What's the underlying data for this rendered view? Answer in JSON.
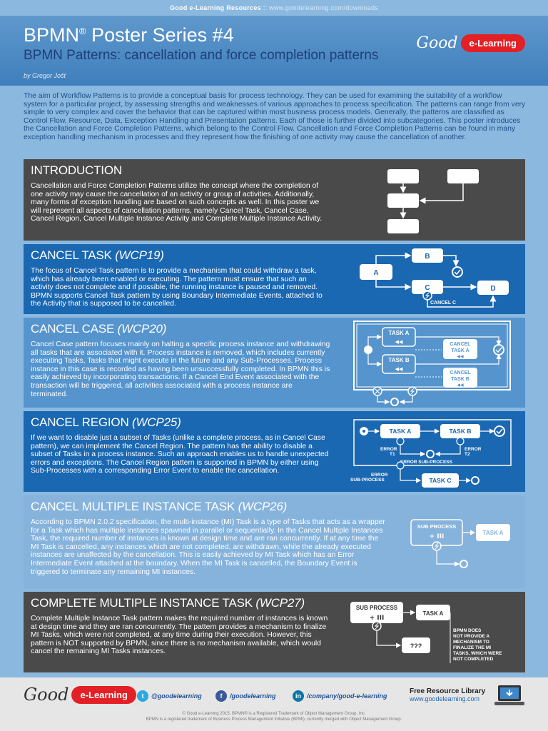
{
  "topbar": {
    "brand": "Good e-Learning Resources",
    "sep": " :: ",
    "url": "www.goodelearning.com/downloads"
  },
  "header": {
    "title": "BPMN",
    "reg": "®",
    "title_rest": " Poster Series #4",
    "subtitle": "BPMN Patterns: cancellation and force completion patterns",
    "author": "by Gregor Jošt"
  },
  "logo": {
    "good": "Good",
    "elearning": "e-Learning"
  },
  "intro": "The aim of Workflow Patterns is to provide a conceptual basis for process technology. They can be used for examining the suitability of a workflow system for a particular project, by assessing strengths and weaknesses of various approaches to process specification. The patterns can range from very simple to very complex and cover the behavior that can be captured within most business process models. Generally, the patterns are classified as Control Flow, Resource, Data, Exception Handling and Presentation patterns. Each of those is further divided into subcategories. This poster introduces the Cancellation and Force Completion Patterns, which belong to the Control Flow. Cancellation and Force Completion Patterns can be found in many exception handling mechanism in processes and they represent how the finishing of one activity may cause the cancellation of another.",
  "sections": [
    {
      "title": "INTRODUCTION",
      "code": "",
      "text": "Cancellation and Force Completion Patterns utilize the concept where the completion of one activity may cause the cancellation of an activity or group of activities. Additionally, many forms of exception handling are based on such concepts as well. In this poster we will represent all aspects of cancellation patterns, namely Cancel Task, Cancel Case, Cancel Region, Cancel Multiple Instance Activity and Complete Multiple Instance Activity."
    },
    {
      "title": "CANCEL TASK ",
      "code": "(WCP19)",
      "text": "The focus of Cancel Task pattern is to provide a mechanism that could withdraw a task, which has already been enabled or executing. The pattern must ensure that such an activity does not complete and if possible, the running instance is paused and removed. BPMN supports Cancel Task pattern by using Boundary Intermediate Events, attached to the Activity that is supposed to be cancelled."
    },
    {
      "title": "CANCEL CASE ",
      "code": "(WCP20)",
      "text": "Cancel Case pattern focuses mainly on halting a specific process instance and withdrawing all tasks that are associated with it. Process instance is removed, which includes currently executing Tasks, Tasks that might execute in the future and any Sub-Processes. Process instance in this case is recorded as having been unsuccessfully completed. In BPMN this is easily achieved by incorporating transactions. If a Cancel End Event associated with the transaction will be triggered, all activities associated with a process instance are terminated."
    },
    {
      "title": "CANCEL REGION ",
      "code": "(WCP25)",
      "text": "If we want to disable just a subset of Tasks (unlike a complete process, as in Cancel Case pattern), we can implement the Cancel Region. The pattern has the ability to disable a subset of Tasks in a process instance. Such an approach enables us to handle unexpected errors and exceptions. The Cancel Region pattern is supported in BPMN by either using Sub-Processes with a corresponding Error Event to enable the cancellation."
    },
    {
      "title": "CANCEL MULTIPLE INSTANCE TASK ",
      "code": "(WCP26)",
      "text": "According to BPMN 2.0.2 specification, the multi-instance (MI) Task is a type of Tasks that acts as a wrapper for a Task which has multiple instances spawned in parallel or sequentially. In the Cancel Multiple Instances Task, the required number of instances is known at design time and are ran concurrently. If at any time the MI Task is cancelled, any instances which are not completed, are withdrawn, while the already executed instances are unaffected by the cancellation. This is easily achieved by MI Task which has an Error Intermediate Event attached at the boundary. When the MI Task is cancelled, the Boundary Event is triggered to terminate any remaining MI instances."
    },
    {
      "title": "COMPLETE MULTIPLE INSTANCE TASK ",
      "code": "(WCP27)",
      "text": "Complete Multiple Instance Task pattern makes the required number of instances is known at design time and they are ran concurrently. The pattern provides a mechanism to finalize MI Tasks, which were not completed, at any time during their execution. However, this pattern is NOT supported by BPMN, since there is no mechanism available, which would cancel the remaining MI Tasks instances."
    }
  ],
  "diagrams": {
    "cancel_task": {
      "a": "A",
      "b": "B",
      "c": "C",
      "d": "D",
      "cancel": "CANCEL C"
    },
    "cancel_case": {
      "task_a": "TASK A",
      "task_b": "TASK B",
      "cancel_a": "CANCEL\nTASK A",
      "cancel_b": "CANCEL\nTASK B"
    },
    "cancel_region": {
      "task_a": "TASK A",
      "task_b": "TASK B",
      "task_c": "TASK C",
      "err1": "ERROR\nT1",
      "err2": "ERROR\nT2",
      "err_sub": "ERROR SUB-PROCESS",
      "err_sub2": "ERROR\nSUB-PROCESS"
    },
    "cancel_mi": {
      "sub": "SUB PROCESS",
      "task_a": "TASK A"
    },
    "complete_mi": {
      "sub": "SUB PROCESS",
      "task_a": "TASK A",
      "unknown": "???",
      "note": "BPMN DOES\nNOT PROVIDE A\nMECHANISM TO\nFINALIZE THE MI\nTASKS, WHICH WERE\nNOT COMPLETED"
    }
  },
  "footer": {
    "good": "Good",
    "elearning": "e-Learning",
    "twitter": "@goodelearning",
    "facebook": "/goodelearning",
    "linkedin": "/company/good-e-learning",
    "library": "Free Resource Library",
    "library_url": "www.goodelearning.com",
    "copy1": "© Good e-Learning 2015. BPMN® is a Registered Trademark of Object Management Group, Inc.",
    "copy2": "BPMN is a registered trademark of Business Process Management Initiative (BPMI), currently merged with Object Management Group."
  },
  "colors": {
    "dark": "#4a4a4a",
    "blue": "#1a67b2",
    "mid": "#5694cd",
    "light": "#86b3dc",
    "red": "#e32026"
  }
}
